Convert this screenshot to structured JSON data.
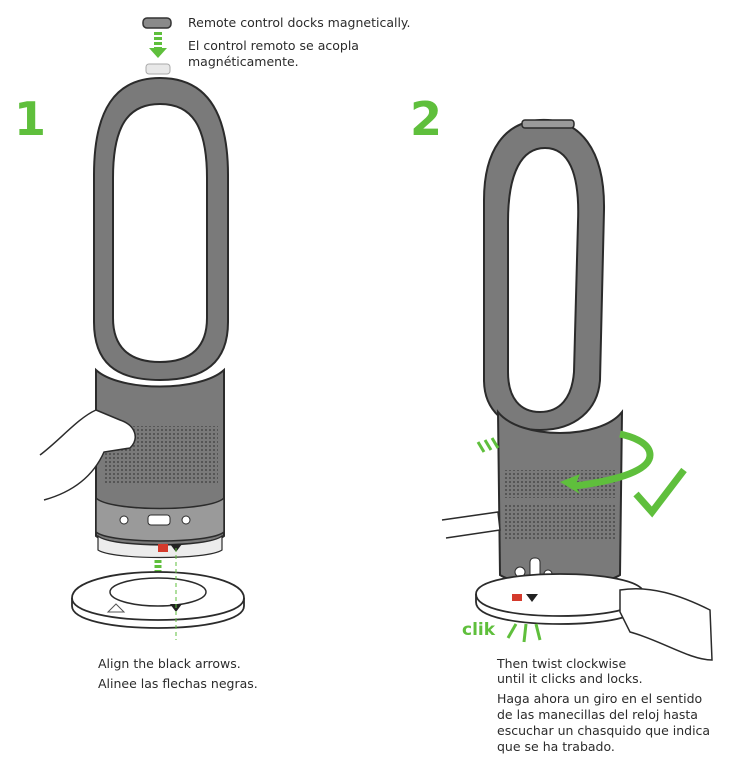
{
  "remote_note": {
    "en": "Remote control docks magnetically.",
    "es_line1": "El control remoto se acopla",
    "es_line2": "magnéticamente."
  },
  "step1": {
    "number": "1",
    "en": "Align the black arrows.",
    "es": "Alinee las flechas negras."
  },
  "step2": {
    "number": "2",
    "en_line1": "Then twist clockwise",
    "en_line2": "until it clicks and locks.",
    "es_line1": "Haga ahora un giro en el sentido",
    "es_line2": "de las manecillas del reloj hasta",
    "es_line3": "escuchar un chasquido que indica",
    "es_line4": "que se ha trabado.",
    "click_word": "clik"
  },
  "colors": {
    "accent": "#5fbf3c",
    "body": "#7a7a7a",
    "dark": "#2b2b2b",
    "light": "#e6e6e6"
  }
}
